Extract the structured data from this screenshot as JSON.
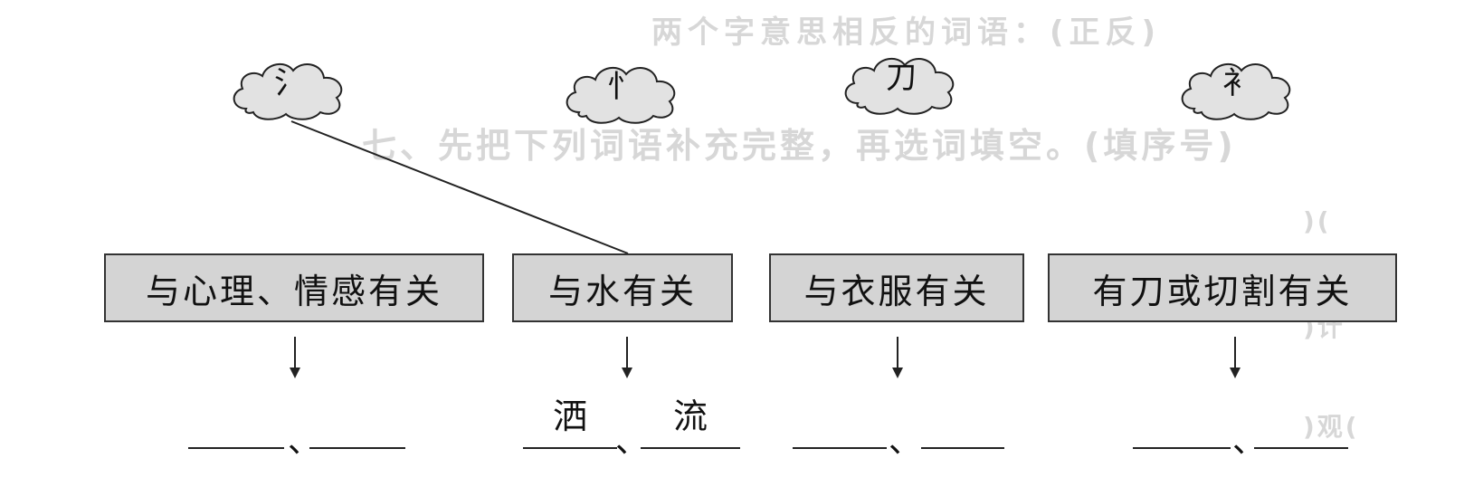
{
  "faint_background": {
    "line1": "两个字意思相反的词语：(正反)",
    "line2": "七、先把下列词语补充完整，再选词填空。(填序号)",
    "line3": ")(",
    "line4": ")计",
    "line5": ")观("
  },
  "radicals": [
    {
      "char": "氵"
    },
    {
      "char": "忄"
    },
    {
      "char": "刀"
    },
    {
      "char": "衤"
    }
  ],
  "categories": [
    {
      "label": "与心理、情感有关",
      "answers": [
        "",
        ""
      ],
      "separator": "、"
    },
    {
      "label": "与水有关",
      "answers": [
        "洒",
        "流"
      ],
      "separator": "、"
    },
    {
      "label": "与衣服有关",
      "answers": [
        "",
        ""
      ],
      "separator": "、"
    },
    {
      "label": "有刀或切割有关",
      "answers": [
        "",
        ""
      ],
      "separator": "、"
    }
  ],
  "connections": [
    {
      "from_radical": "氵",
      "to_category": "与水有关"
    }
  ],
  "colors": {
    "box_fill": "#d4d4d4",
    "cloud_fill": "#e2e2e2",
    "ink": "#1a1a1a"
  }
}
